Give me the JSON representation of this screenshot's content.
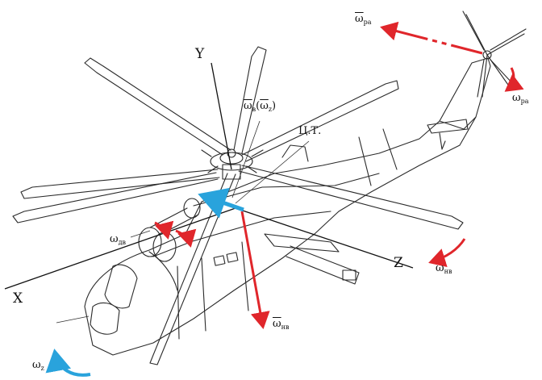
{
  "labels": {
    "axis_x": "X",
    "axis_y": "Y",
    "axis_z": "Z",
    "cg": "Ц.Т.",
    "omega_ra_top": {
      "base": "ω",
      "sub": "ра"
    },
    "omega_ra_right": {
      "base": "ω",
      "sub": "ра"
    },
    "omega_b": {
      "base": "ω",
      "sub": "в",
      "paren_base": "ω",
      "paren_sub": "z"
    },
    "omega_dv": {
      "base": "ω",
      "sub": "дв"
    },
    "omega_nv_right": {
      "base": "ω",
      "sub": "нв"
    },
    "omega_nv_bottom": {
      "base": "ω",
      "sub": "нв"
    },
    "omega_z": {
      "base": "ω",
      "sub": "z"
    }
  },
  "colors": {
    "red_vector": "#e0262b",
    "blue_vector": "#29a3dc",
    "line": "#2a2a2a"
  }
}
